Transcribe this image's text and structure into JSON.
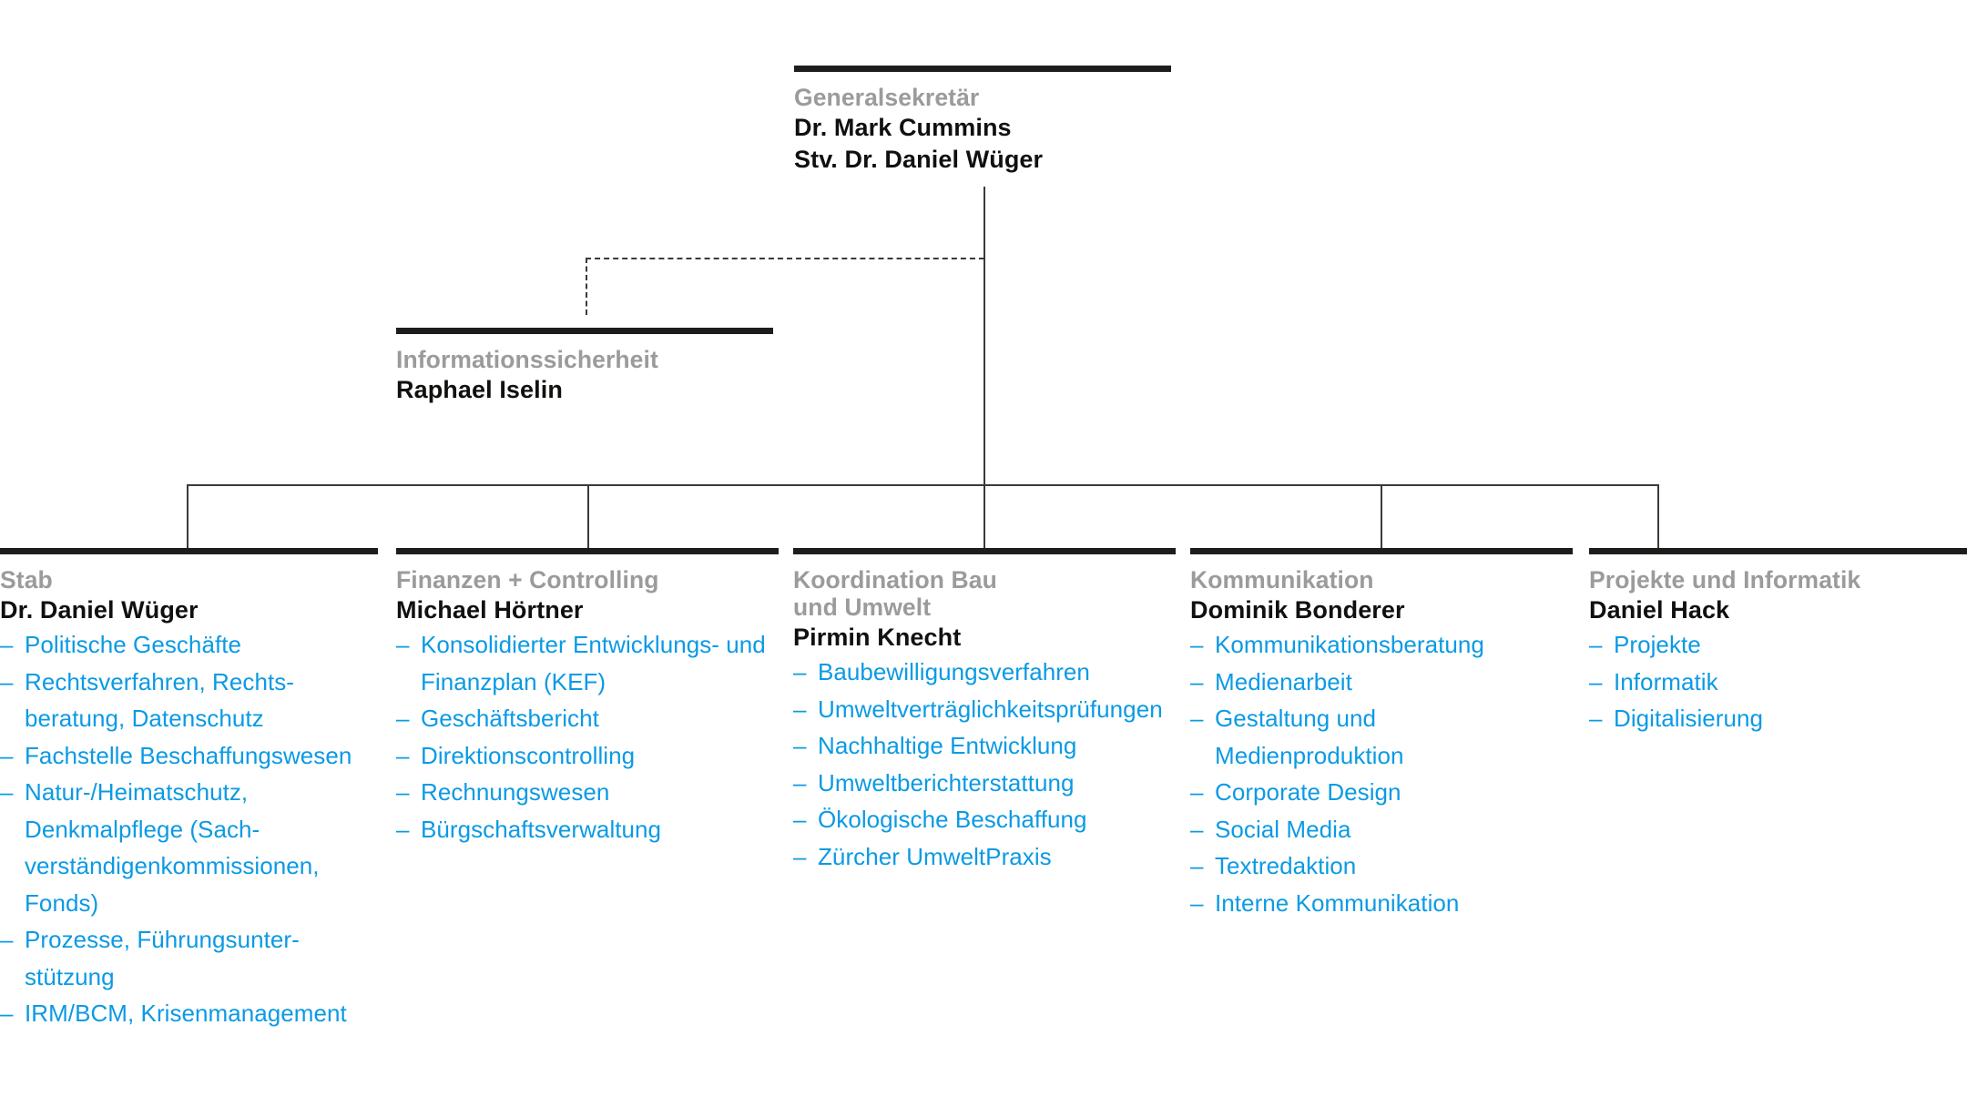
{
  "root": {
    "unit": "Generalsekretär",
    "person": "Dr. Mark Cummins",
    "deputy": "Stv. Dr. Daniel Wüger"
  },
  "staff_unit": {
    "unit": "Informationssicherheit",
    "person": "Raphael Iselin"
  },
  "columns": [
    {
      "unit": "Stab",
      "person": "Dr. Daniel Wüger",
      "items": [
        "Politische Geschäfte",
        "Rechtsverfahren, Rechts­beratung, Datenschutz",
        "Fachstelle Beschaffungswesen",
        "Natur-/Heimatschutz, Denkmalpflege (Sach­verständigenkommissionen, Fonds)",
        "Prozesse, Führungsunter­stützung",
        "IRM/BCM, Krisenmanagement"
      ]
    },
    {
      "unit": "Finanzen + Controlling",
      "person": "Michael Hörtner",
      "items": [
        "Konsolidierter Entwicklungs- und Finanzplan (KEF)",
        "Geschäftsbericht",
        "Direktionscontrolling",
        "Rechnungswesen",
        "Bürgschaftsverwaltung"
      ]
    },
    {
      "unit": "Koordination Bau und Umwelt",
      "person": "Pirmin Knecht",
      "items": [
        "Baubewilligungsverfahren",
        "Umweltverträglichkeits­prüfungen",
        "Nachhaltige Entwicklung",
        "Umweltberichterstattung",
        "Ökologische Beschaffung",
        "Zürcher UmweltPraxis"
      ]
    },
    {
      "unit": "Kommunikation",
      "person": "Dominik Bonderer",
      "items": [
        "Kommunikationsberatung",
        "Medienarbeit",
        "Gestaltung und Medienproduktion",
        "Corporate Design",
        "Social Media",
        "Textredaktion",
        "Interne Kommunikation"
      ]
    },
    {
      "unit": "Projekte und Informatik",
      "person": "Daniel Hack",
      "items": [
        "Projekte",
        "Informatik",
        "Digitalisierung"
      ]
    }
  ],
  "bullet_dash": "–",
  "colors": {
    "unit_gray": "#9b9b9b",
    "person_black": "#11100e",
    "item_blue": "#0b9ae4",
    "rule_black": "#1d1d1b",
    "connector": "#3a3a38"
  }
}
